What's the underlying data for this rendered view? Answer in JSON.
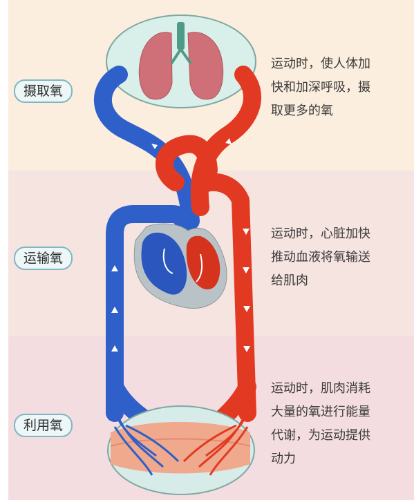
{
  "stages": [
    {
      "label": "摄取氧",
      "desc_lines": [
        "运动时，使人体加",
        "快和加深呼吸，摄",
        "取更多的氧"
      ]
    },
    {
      "label": "运输氧",
      "desc_lines": [
        "运动时，心脏加快",
        "推动血液将氧输送",
        "给肌肉"
      ]
    },
    {
      "label": "利用氧",
      "desc_lines": [
        "运动时，肌肉消耗",
        "大量的氧进行能量",
        "代谢，为运动提供",
        "动力"
      ]
    }
  ],
  "colors": {
    "deoxygenated_blood": "#2f5fc8",
    "oxygenated_blood": "#e23a22",
    "label_border": "#7fb6c4",
    "band_top": "#fbeede",
    "band_middle": "#f6e4e1",
    "band_bottom": "#f4dde0"
  },
  "icons": [
    "lungs-icon",
    "heart-icon",
    "muscle-icon",
    "flow-arrow-icon"
  ]
}
